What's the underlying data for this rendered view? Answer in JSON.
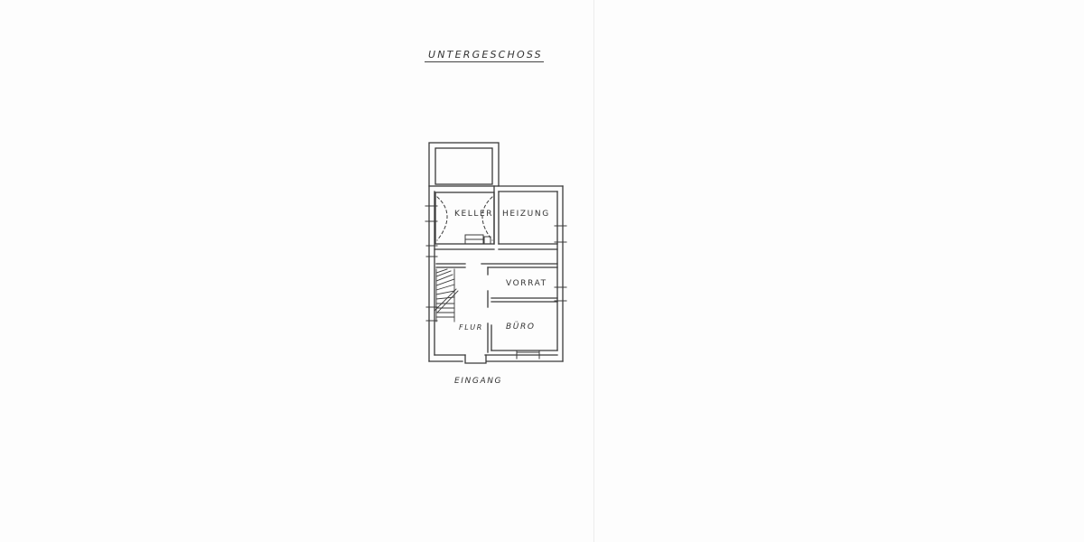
{
  "drawing": {
    "title": "UNTERGESCHOSS",
    "entrance_label": "EINGANG",
    "rooms": [
      {
        "id": "keller",
        "label": "KELLER"
      },
      {
        "id": "heizung",
        "label": "HEIZUNG"
      },
      {
        "id": "vorrat",
        "label": "VORRAT"
      },
      {
        "id": "flur",
        "label": "FLUR"
      },
      {
        "id": "buero",
        "label": "BÜRO"
      }
    ],
    "colors": {
      "line": "#3a3a3a",
      "paper": "#fdfdfd",
      "text": "#333333"
    }
  }
}
